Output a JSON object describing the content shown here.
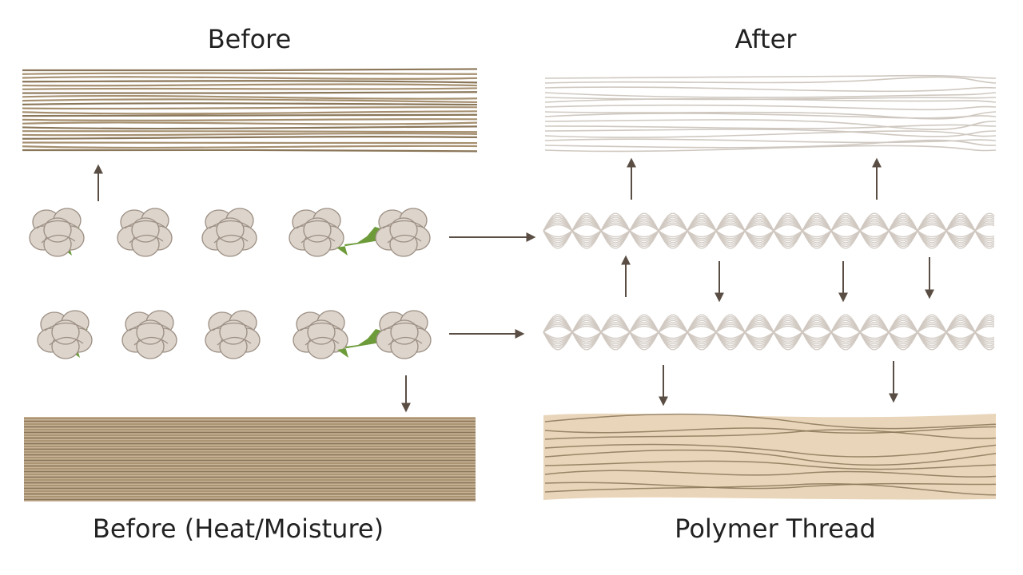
{
  "labels": {
    "before": "Before",
    "after": "After",
    "before_heat_moisture": "Before (Heat/Moisture)",
    "polymer_thread": "Polymer Thread"
  },
  "colors": {
    "brown_fiber": "#a58f6f",
    "brown_dark": "#8a7658",
    "light_fiber": "#cfc8c0",
    "pale_band": "#e9d6ba",
    "boll_fill": "#ddd4cb",
    "boll_stroke": "#9c8f84",
    "leaf": "#6d9b3a",
    "arrow": "#5a4e44",
    "text": "#222222"
  },
  "icons": {
    "fiber_bundle": "parallel-fiber-strands",
    "cotton_boll": "cotton-boll-icon",
    "twisted_yarn": "twisted-yarn-strand",
    "arrow": "arrow-icon"
  }
}
